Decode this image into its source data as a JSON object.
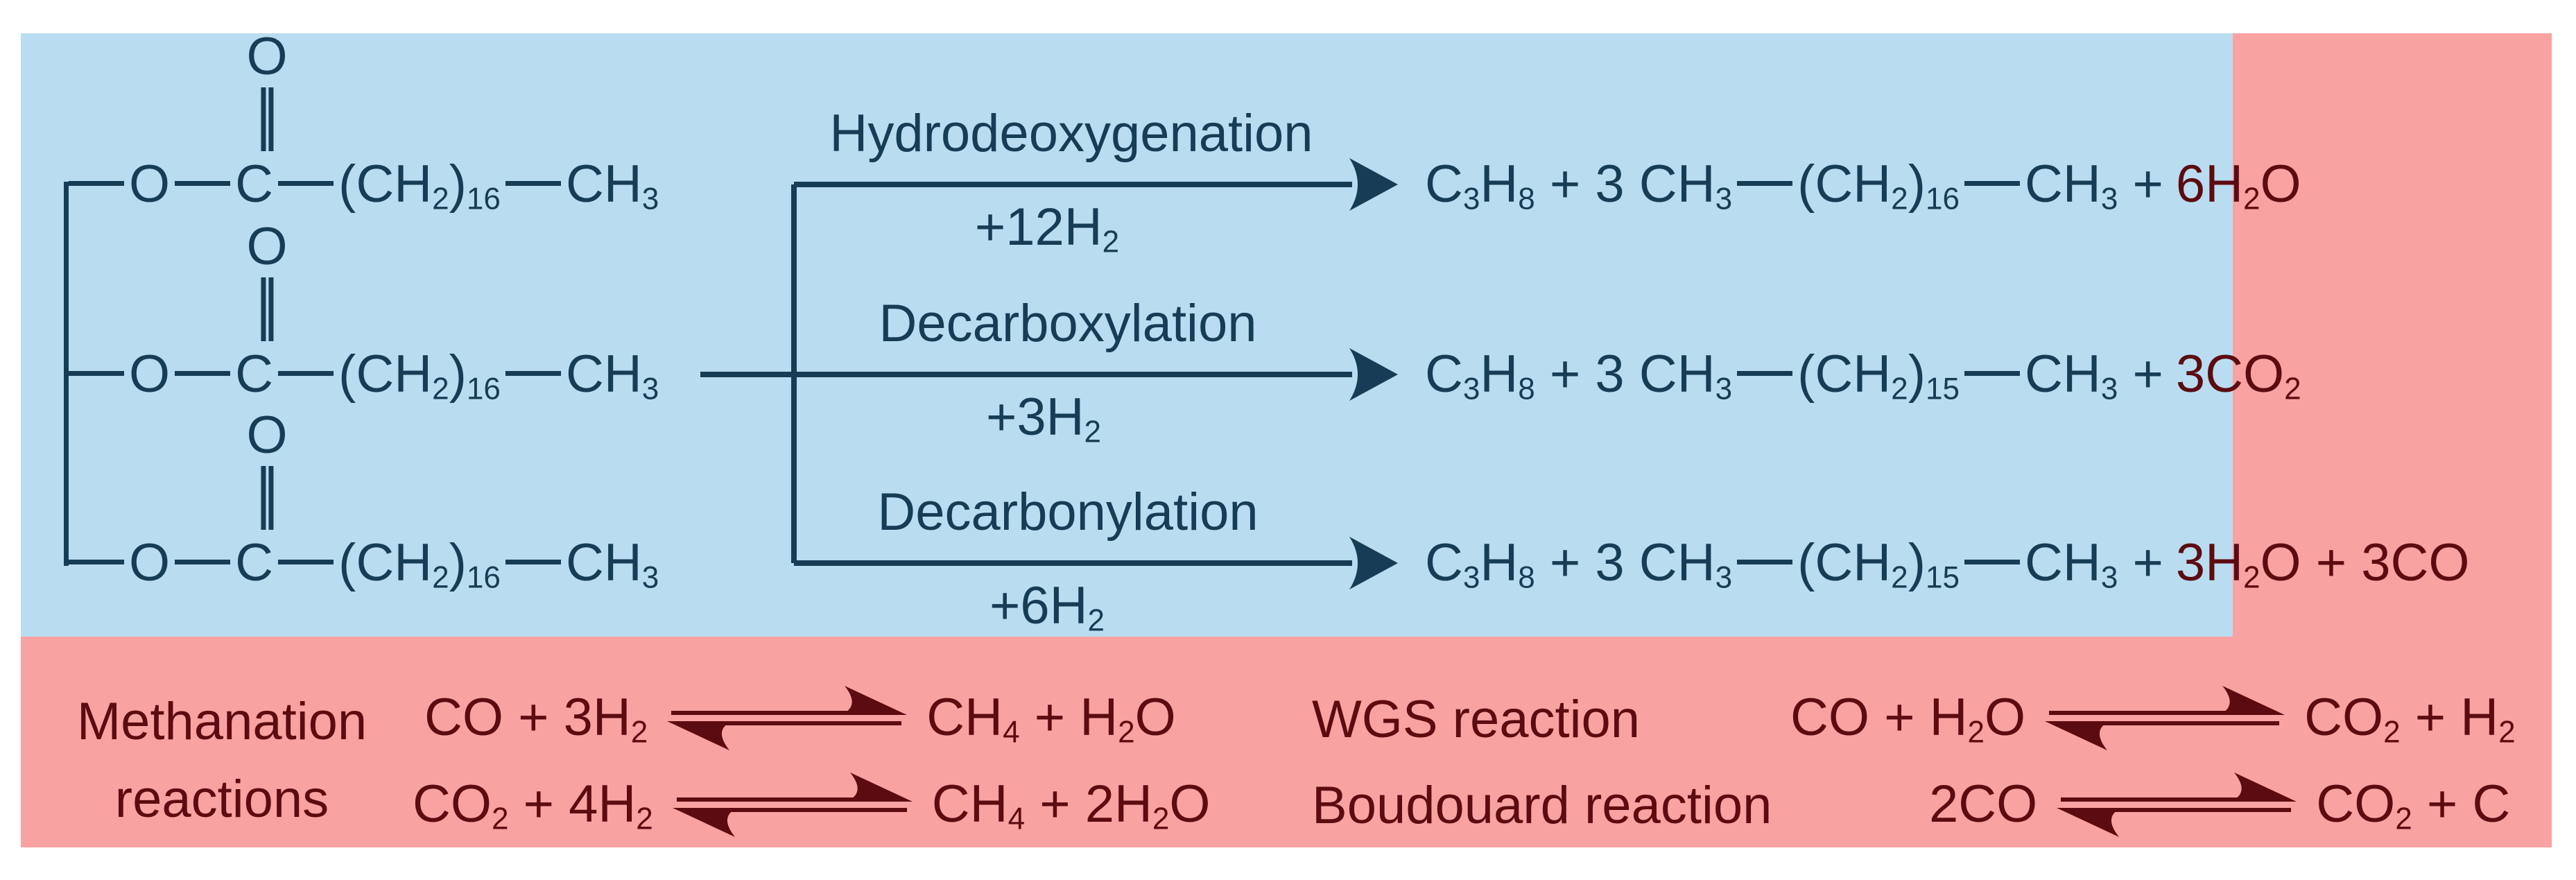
{
  "colors": {
    "panel_blue": "#b9dcf0",
    "panel_pink": "#f9a2a2",
    "text_navy": "#173c55",
    "text_maroon": "#5c0b10"
  },
  "molecule": {
    "carbonyl_oxygen": "O",
    "ester_rows": [
      "—O—C—(CH_2)_16—CH_3",
      "—O—C—(CH_2)_16—CH_3",
      "—O—C—(CH_2)_16—CH_3"
    ]
  },
  "pathways": [
    {
      "label": "Hydrodeoxygenation",
      "reagent": "+12H_2",
      "product": "C_3H_8 + 3 CH_3—(CH_2)_16—CH_3 +",
      "byproduct": "6H_2O"
    },
    {
      "label": "Decarboxylation",
      "reagent": "+3H_2",
      "product": "C_3H_8 + 3 CH_3—(CH_2)_15—CH_3 +",
      "byproduct": "3CO_2"
    },
    {
      "label": "Decarbonylation",
      "reagent": "+6H_2",
      "product": "C_3H_8 + 3 CH_3—(CH_2)_15—CH_3 +",
      "byproduct": "3H_2O + 3CO"
    }
  ],
  "side_reactions": {
    "methanation_label": {
      "line1": "Methanation",
      "line2": "reactions"
    },
    "wgs_label": "WGS reaction",
    "boudouard_label": "Boudouard reaction",
    "equations": [
      {
        "left": "CO + 3H_2",
        "right": "CH_4 + H_2O"
      },
      {
        "left": "CO_2 + 4H_2",
        "right": "CH_4 + 2H_2O"
      },
      {
        "left": "CO + H_2O",
        "right": "CO_2 + H_2"
      },
      {
        "left": "2CO",
        "right": "CO_2 + C"
      }
    ]
  }
}
